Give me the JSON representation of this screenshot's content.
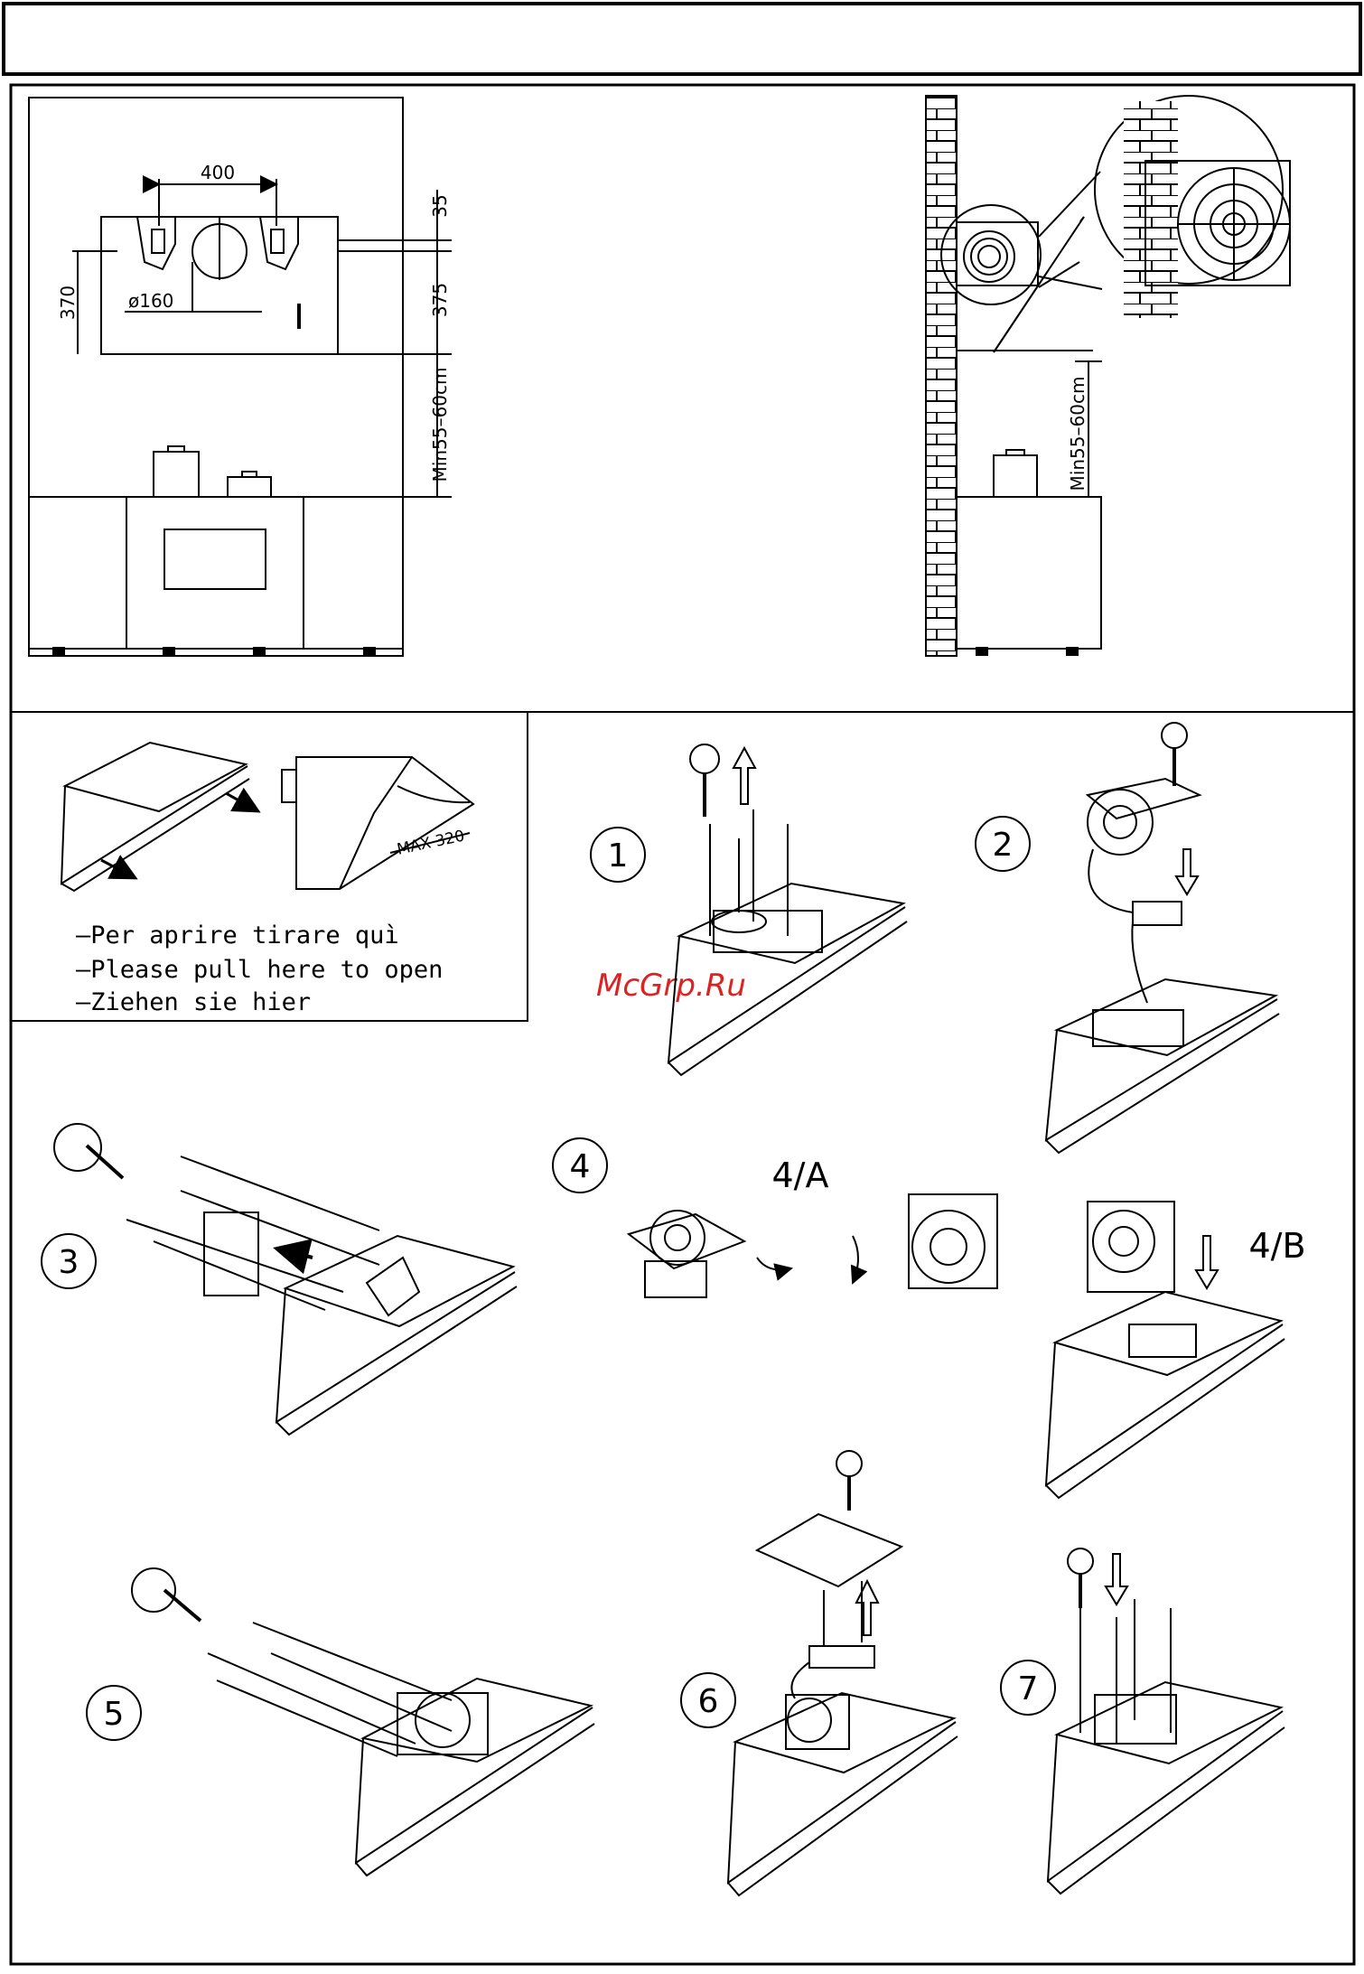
{
  "dimensions": {
    "width": "400",
    "top_gap": "35",
    "height_left": "370",
    "height_right": "375",
    "duct_diameter": "ø160",
    "clearance_front": "Min55–60cm",
    "clearance_side": "Min55–60cm",
    "max_opening": "MAX 320"
  },
  "instructions": {
    "line1": "–Per aprire tirare quì",
    "line2": "–Please pull here to open",
    "line3": "–Ziehen sie hier"
  },
  "steps": {
    "s1": "1",
    "s2": "2",
    "s3": "3",
    "s4": "4",
    "s4a": "4/A",
    "s4b": "4/B",
    "s5": "5",
    "s6": "6",
    "s7": "7"
  },
  "watermark": "McGrp.Ru",
  "icons": [
    "screwdriver-icon",
    "arrow-up-icon",
    "arrow-down-icon",
    "rotate-arrow-icon"
  ]
}
